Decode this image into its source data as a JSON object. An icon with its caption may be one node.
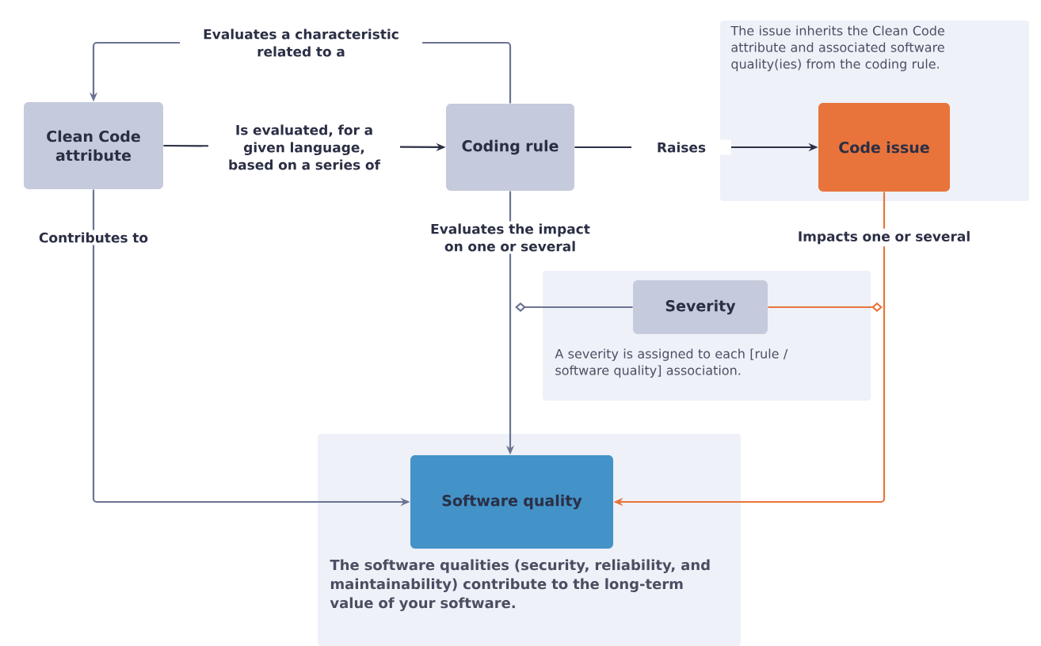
{
  "diagram": {
    "nodes": [
      {
        "text": [
          "Clean Code attribute"
        ]
      },
      {
        "text": [
          "Coding rule"
        ]
      },
      {
        "text": [
          "The issue inherits the Clean Code attribute and associated software quality(ies) from the coding rule."
        ]
      },
      {
        "text": [
          "Code issue"
        ],
        "in": 2
      },
      {
        "text": [
          "A severity is assigned to each [rule / software quality] association."
        ]
      },
      {
        "text": [
          "Severity"
        ],
        "in": 4
      },
      {
        "text": [
          "The software qualities (security, reliability, and maintainability) contribute to the long-term value of your software."
        ]
      },
      {
        "text": [
          "Software quality"
        ],
        "in": 6
      }
    ],
    "edges": [
      {
        "from": 1,
        "to": 0,
        "arrow": "to",
        "label": "Evaluates a characteristic related to a"
      },
      {
        "from": 0,
        "to": 1,
        "arrow": "to",
        "label": "Is evaluated, for a given language, based on a series of",
        "color": "#2b2f45"
      },
      {
        "from": 1,
        "to": 3,
        "arrow": "to",
        "label": "Raises",
        "color": "#2b2f45"
      },
      {
        "from": 0,
        "to": 7,
        "arrow": "to",
        "label": "Contributes to"
      },
      {
        "from": 1,
        "to": 7,
        "arrow": "to",
        "label": "Evaluates the impact on one or several"
      },
      {
        "from": 3,
        "to": 7,
        "arrow": "to",
        "label": "Impacts one or several",
        "color": "#e8743b"
      },
      {
        "from": 5,
        "to": null,
        "arrow": "other"
      },
      {
        "from": 5,
        "to": null,
        "arrow": "other",
        "color": "#e8743b"
      }
    ]
  }
}
